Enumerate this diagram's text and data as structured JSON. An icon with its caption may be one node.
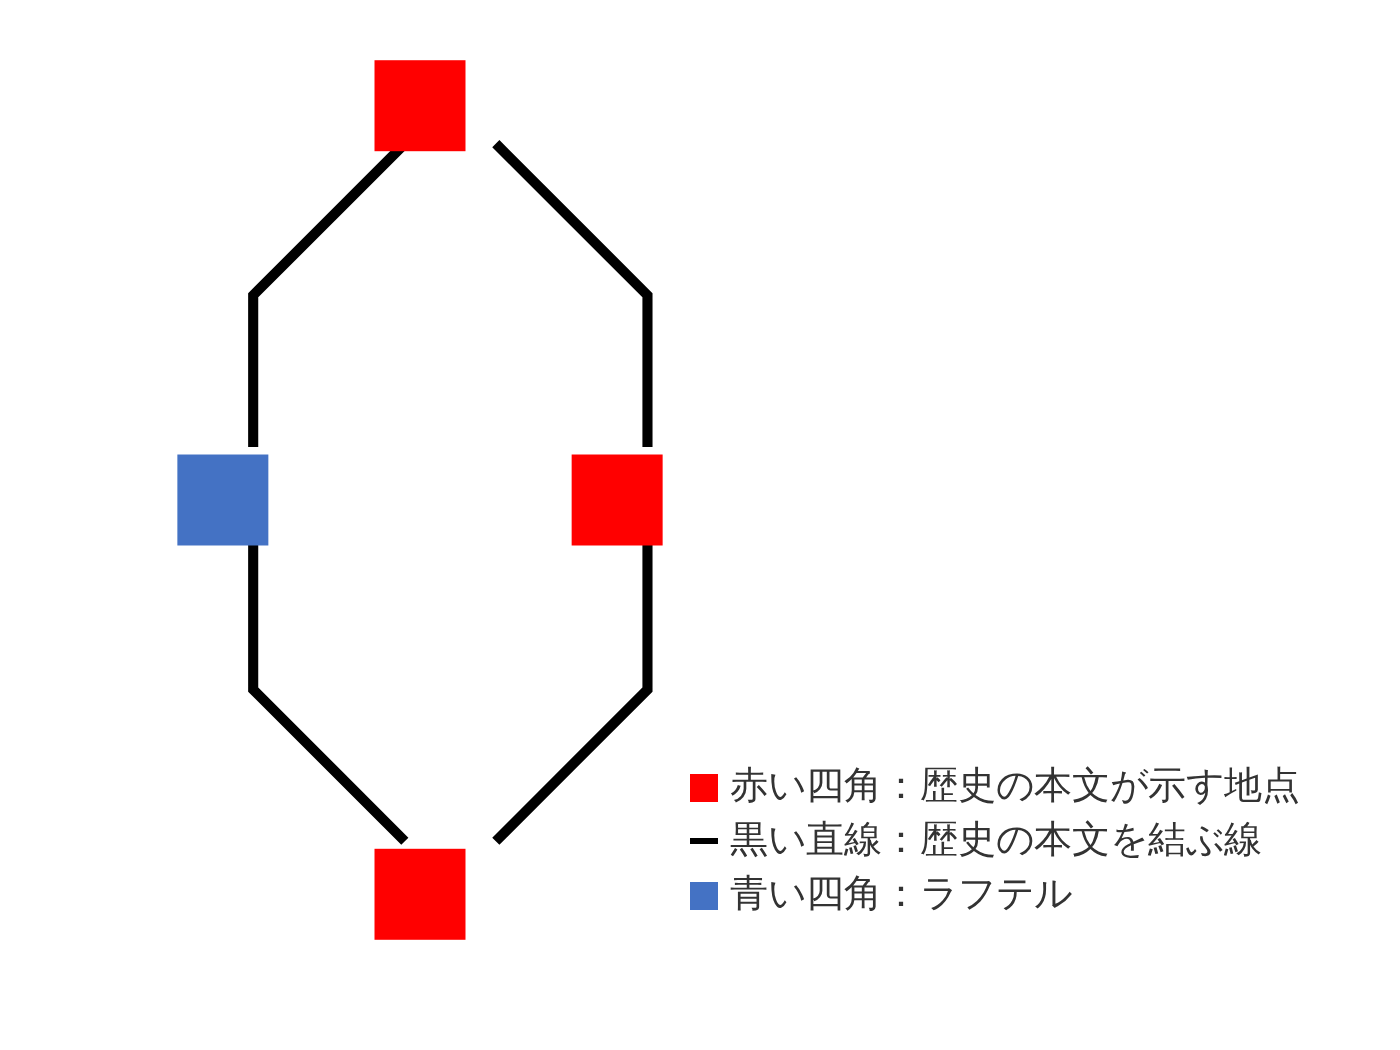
{
  "diagram": {
    "nodes": [
      {
        "text": [],
        "shape": "box"
      },
      {
        "text": [],
        "shape": "box"
      },
      {
        "text": [],
        "shape": "box"
      },
      {
        "text": [],
        "shape": "box"
      }
    ],
    "edges": [
      {
        "from": 0,
        "to": 1,
        "arrow": "none"
      },
      {
        "from": 1,
        "to": 3,
        "arrow": "none"
      },
      {
        "from": 0,
        "to": 2,
        "arrow": "none"
      },
      {
        "from": 2,
        "to": 3,
        "arrow": "none"
      }
    ],
    "legend": [
      {
        "text": "赤い四角：歴史の本文が示す地点",
        "color": "#ff0000"
      },
      {
        "text": "黒い直線：歴史の本文を結ぶ線"
      },
      {
        "text": "青い四角：ラフテル",
        "color": "#4472c4"
      }
    ]
  }
}
